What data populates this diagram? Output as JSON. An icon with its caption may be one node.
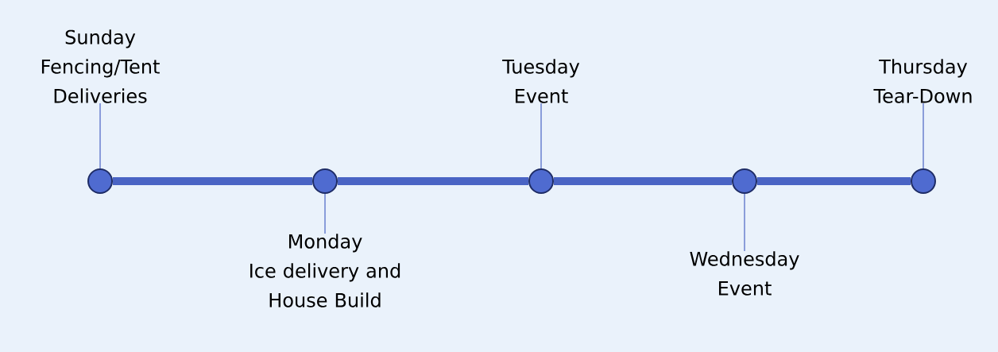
{
  "diagram": {
    "nodes": [
      {
        "text": [
          "Sunday",
          "Fencing/Tent Deliveries"
        ]
      },
      {
        "text": [
          "Monday",
          "Ice delivery and House Build"
        ]
      },
      {
        "text": [
          "Tuesday",
          "Event"
        ]
      },
      {
        "text": [
          "Wednesday",
          "Event"
        ]
      },
      {
        "text": [
          "Thursday",
          "Tear-Down"
        ]
      },
      {
        "text": [],
        "shape": "circle"
      },
      {
        "text": [],
        "shape": "circle"
      },
      {
        "text": [],
        "shape": "circle"
      },
      {
        "text": [],
        "shape": "circle"
      },
      {
        "text": [],
        "shape": "circle"
      }
    ],
    "edges": [
      {
        "from": 0,
        "to": 5,
        "arrow": "none"
      },
      {
        "from": 1,
        "to": 6,
        "arrow": "none"
      },
      {
        "from": 2,
        "to": 7,
        "arrow": "none"
      },
      {
        "from": 3,
        "to": 8,
        "arrow": "none"
      },
      {
        "from": 4,
        "to": 9,
        "arrow": "none"
      },
      {
        "from": 5,
        "to": 6,
        "arrow": "none",
        "style": "thick"
      },
      {
        "from": 6,
        "to": 7,
        "arrow": "none",
        "style": "thick"
      },
      {
        "from": 7,
        "to": 8,
        "arrow": "none",
        "style": "thick"
      },
      {
        "from": 8,
        "to": 9,
        "arrow": "none",
        "style": "thick"
      }
    ]
  }
}
